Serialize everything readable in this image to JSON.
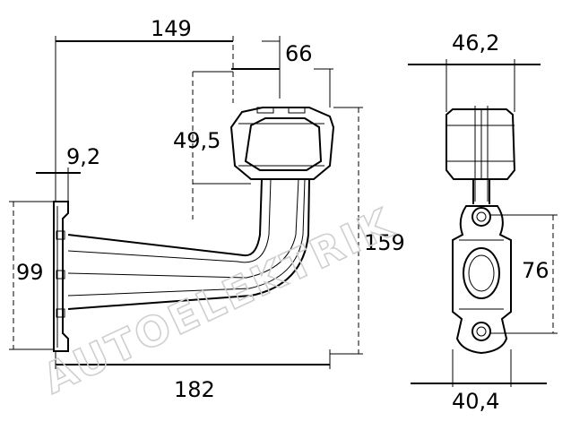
{
  "dimensions": {
    "width_top": "149",
    "lamp_width": "66",
    "lamp_height": "49,5",
    "plate_thickness": "9,2",
    "plate_height": "99",
    "total_height": "159",
    "total_width": "182",
    "side_width_top": "46,2",
    "hole_spacing": "76",
    "side_width_bottom": "40,4"
  },
  "watermark": "AUTOELEKTRIK"
}
